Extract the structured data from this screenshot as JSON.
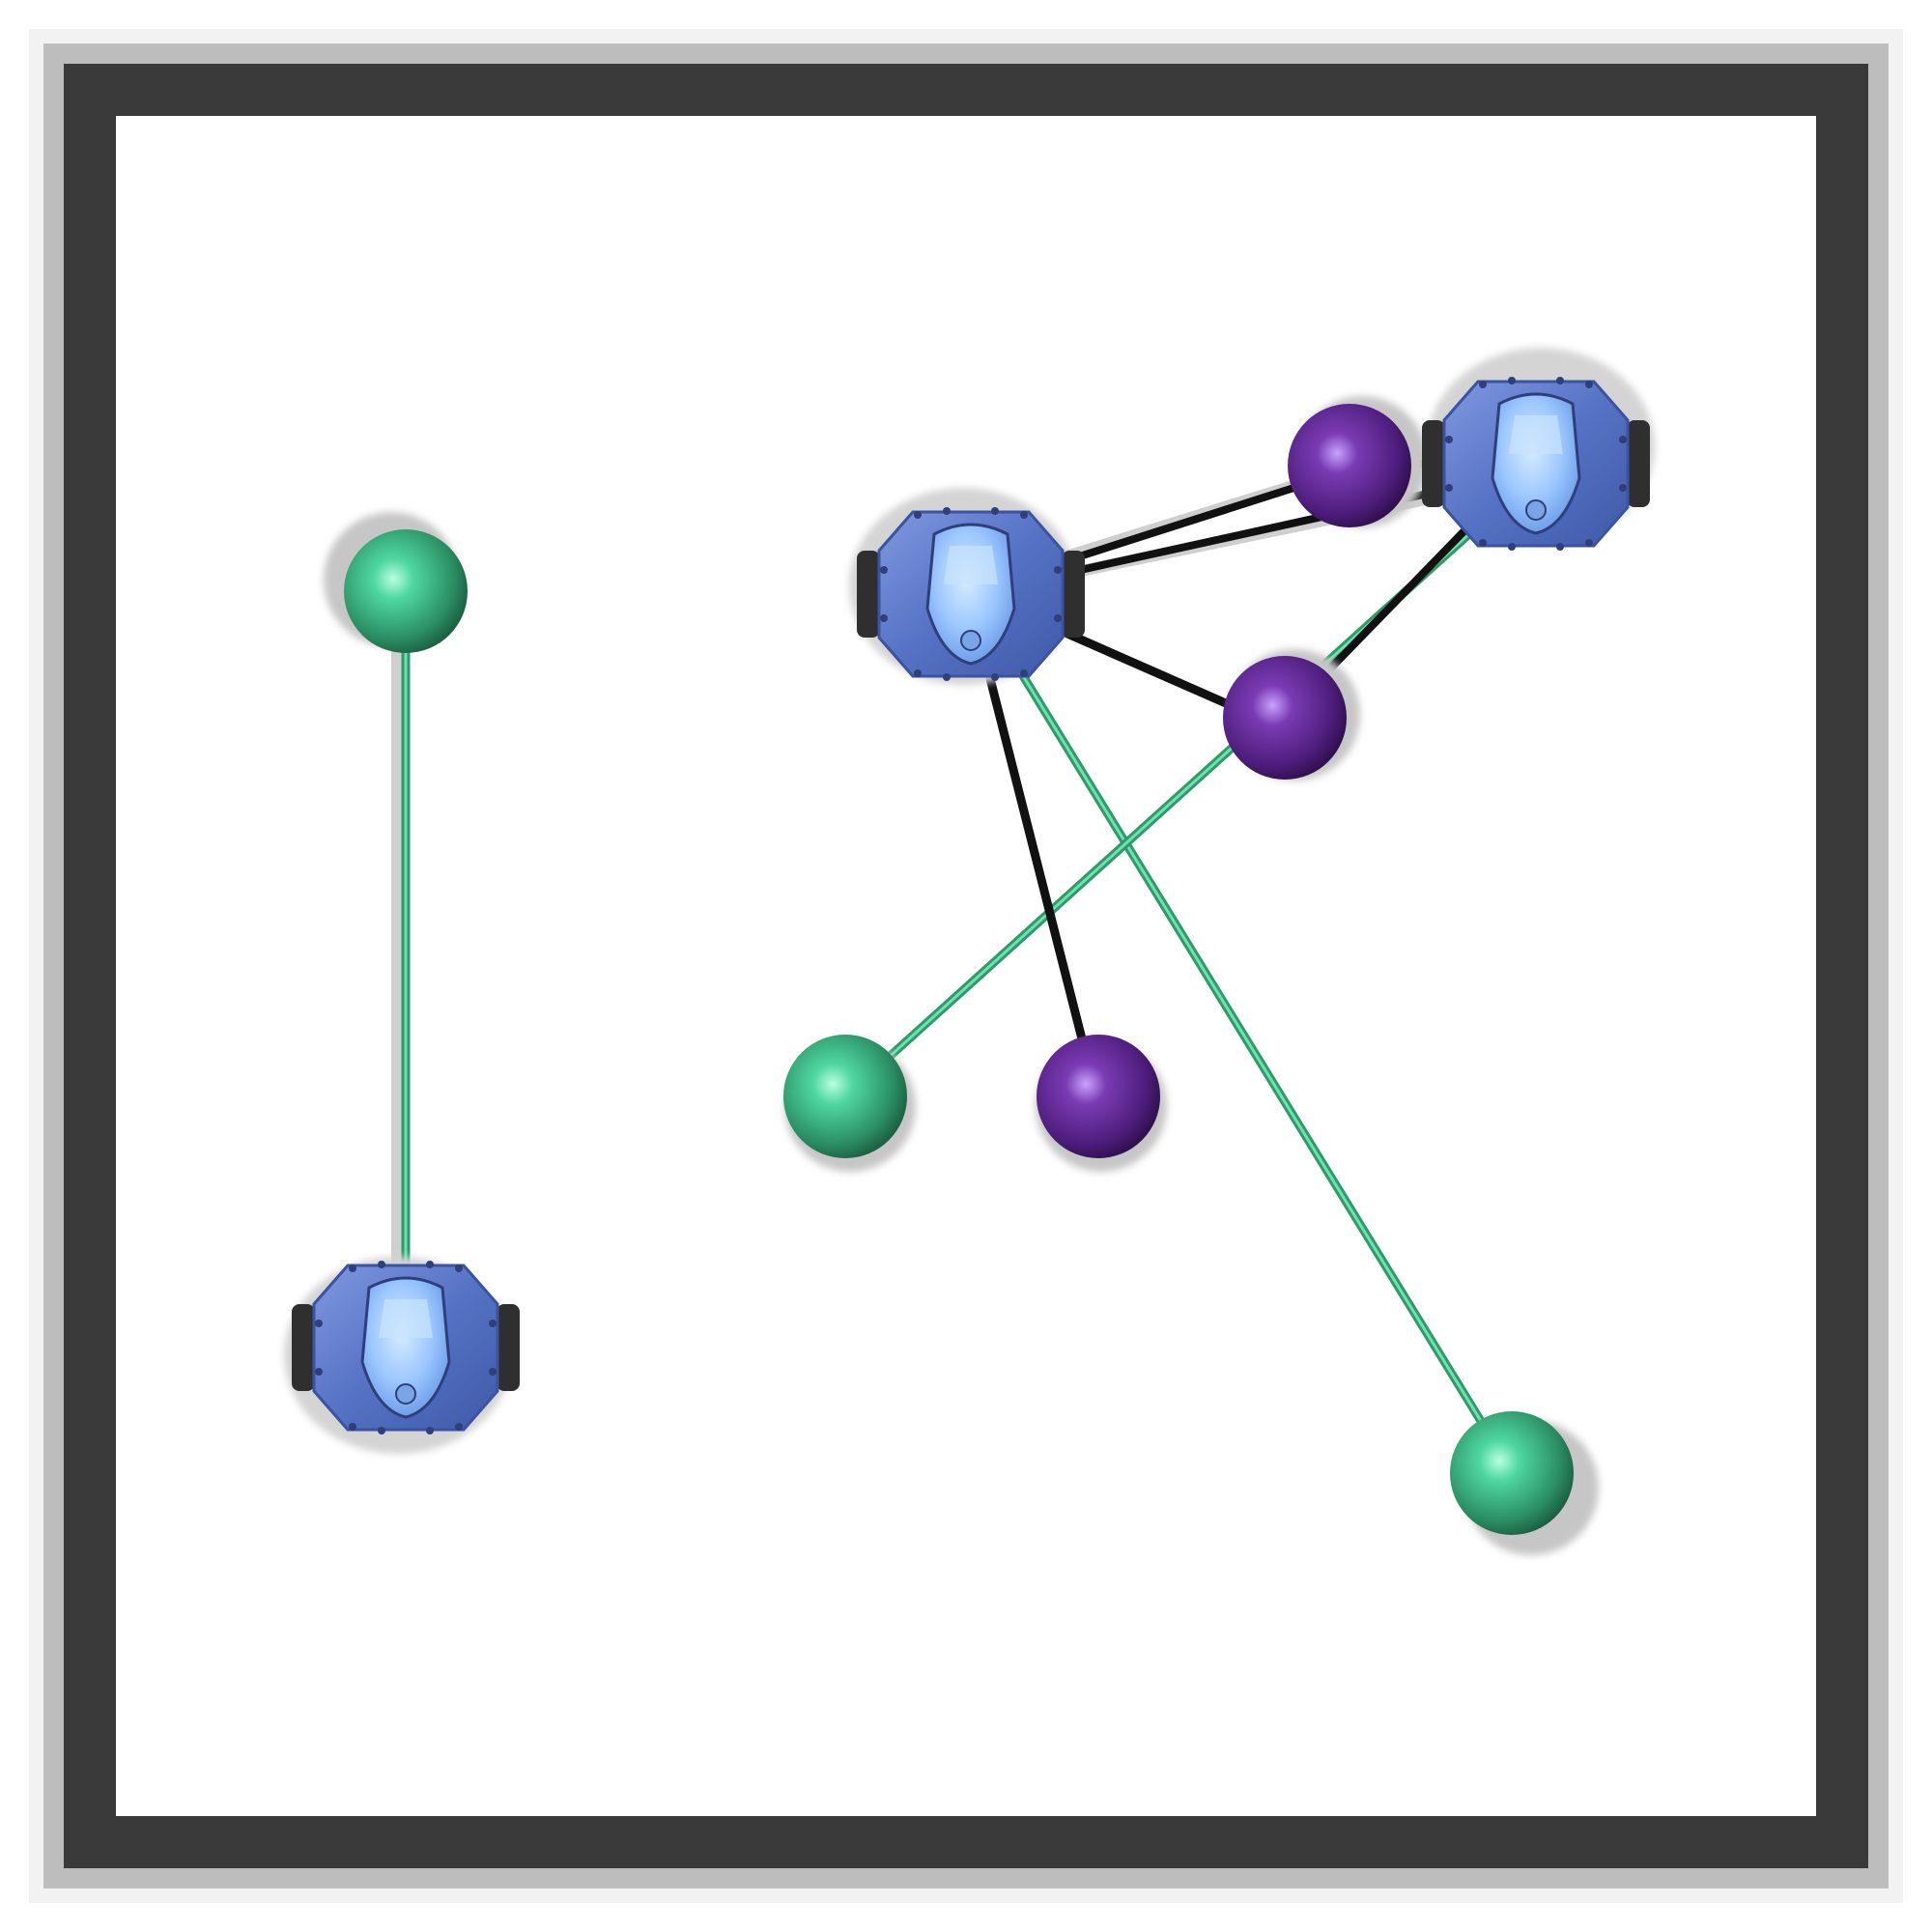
{
  "scene": {
    "colors": {
      "background": "#ffffff",
      "wall_outer": "#bdbdbd",
      "wall": "#3a3a3a",
      "floor": "#ffffff",
      "shadow": "#c8c8c8",
      "robot_body": "#5a78c8",
      "robot_dome": "#9cc7ff",
      "wheel": "#2f2f2f",
      "green_ball": "#2f9a6a",
      "purple_ball": "#5a2488",
      "green_link": "#3cb88a",
      "black_link": "#111111"
    },
    "robots": [
      {
        "id": "robot-left",
        "icon": "robot-icon"
      },
      {
        "id": "robot-center",
        "icon": "robot-icon"
      },
      {
        "id": "robot-top-right",
        "icon": "robot-icon"
      }
    ],
    "balls": [
      {
        "id": "green-ball-1",
        "color": "green"
      },
      {
        "id": "green-ball-2",
        "color": "green"
      },
      {
        "id": "green-ball-3",
        "color": "green"
      },
      {
        "id": "purple-ball-1",
        "color": "purple"
      },
      {
        "id": "purple-ball-2",
        "color": "purple"
      },
      {
        "id": "purple-ball-3",
        "color": "purple"
      }
    ],
    "links": [
      {
        "id": "link-green-1",
        "from": "robot-left",
        "to": "green-ball-1",
        "color": "green"
      },
      {
        "id": "link-green-2",
        "from": "robot-center",
        "to": "green-ball-3",
        "color": "green"
      },
      {
        "id": "link-green-3",
        "from": "robot-top-right",
        "to": "green-ball-2",
        "color": "green"
      },
      {
        "id": "link-black-1",
        "from": "robot-center",
        "to": "purple-ball-1",
        "color": "black"
      },
      {
        "id": "link-black-2",
        "from": "robot-center",
        "to": "robot-top-right",
        "color": "black"
      },
      {
        "id": "link-black-3",
        "from": "robot-center",
        "to": "purple-ball-2",
        "color": "black"
      },
      {
        "id": "link-black-4",
        "from": "robot-center",
        "to": "purple-ball-3",
        "color": "black"
      },
      {
        "id": "link-black-5",
        "from": "robot-top-right",
        "to": "purple-ball-2",
        "color": "black"
      }
    ]
  }
}
